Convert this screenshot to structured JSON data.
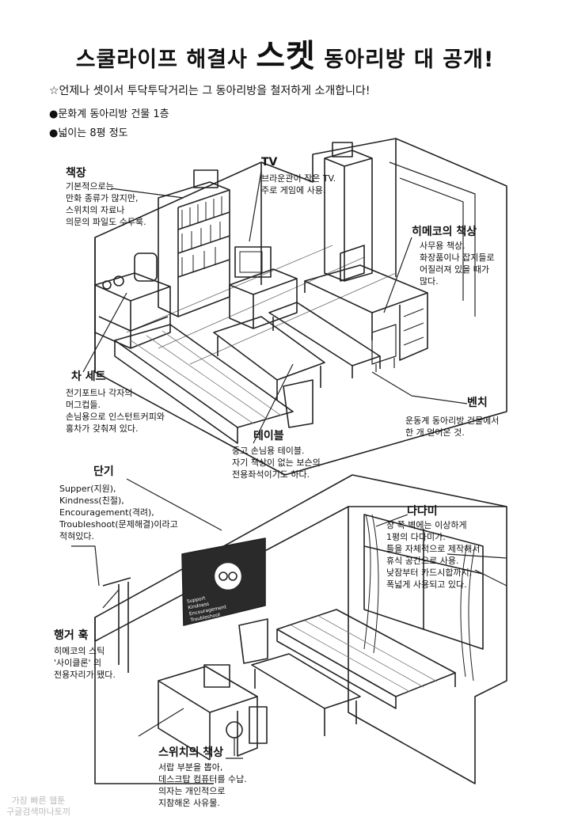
{
  "title": {
    "prefix": "스쿨라이프 해결사",
    "highlight": "스켓",
    "suffix": "동아리방 대 공개!"
  },
  "intro": {
    "line1": "☆언제나 셋이서 투닥투닥거리는 그 동아리방을 철저하게 소개합니다!",
    "line2": "●문화계 동아리방 건물 1층",
    "line3": "●넓이는 8평 정도"
  },
  "callouts": {
    "bookshelf": {
      "label": "책장",
      "text": "기본적으로는\n만화 종류가 많지만,\n스위치의 자료나\n의문의 파일도 수두룩."
    },
    "tv": {
      "label": "TV",
      "text": "브라운관이 작은 TV.\n주로 게임에 사용."
    },
    "himeko_desk": {
      "label": "히메코의 책상",
      "text": "사무용 책상.\n화장품이나 잡지들로\n어질러져 있을 때가\n많다."
    },
    "tea_set": {
      "label": "차 세트",
      "text": "전기포트나 각자의\n머그컵들.\n손님용으로 인스턴트커피와\n홍차가 갖춰져 있다."
    },
    "bench": {
      "label": "벤치",
      "text": "운동계 동아리방 건물에서\n한 개 얻어온 것."
    },
    "table": {
      "label": "테이블",
      "text": "중고 손님용 테이블.\n자기 책상이 없는 보슨의\n전용좌석이기도 하다."
    },
    "banner": {
      "label": "단기",
      "text": "Supper(지원),\nKindness(친절),\nEncouragement(격려),\nTroubleshoot(문제해결)이라고\n적혀있다."
    },
    "tatami": {
      "label": "다다미",
      "text": "창 쪽 벽에는 이상하게\n1평의 다다미가.\n틀을 자체적으로 제작해서\n휴식 공간으로 사용.\n낮잠부터 카드시합까지,\n폭넓게 사용되고 있다."
    },
    "hanger": {
      "label": "행거 훅",
      "text": "히메코의 스틱\n'사이클론' 의\n전용자리가 됐다."
    },
    "switch_desk": {
      "label": "스위치의 책상",
      "text": "서랍 부분을 뽑아,\n데스크탑 컴퓨터를 수납.\n의자는 개인적으로\n지참해온 사유물."
    }
  },
  "banner_words": [
    "Support",
    "Kindness",
    "Encouragement",
    "Troubleshoot"
  ],
  "watermark": [
    "가장 빠른 웹툰",
    "구글검색마나토끼"
  ]
}
